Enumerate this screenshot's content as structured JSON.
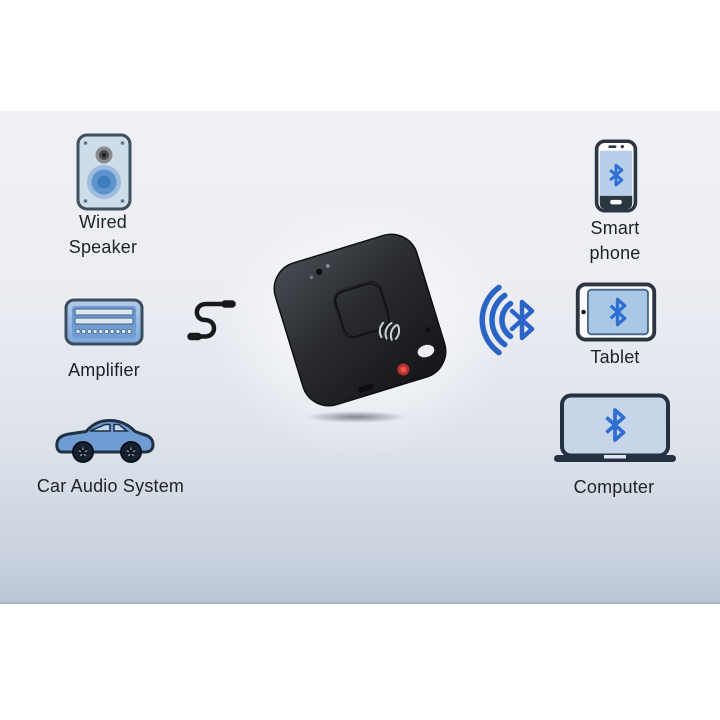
{
  "figure": {
    "type": "product-connectivity-diagram",
    "center_device": "bluetooth-audio-receiver"
  },
  "left_column": {
    "items": [
      {
        "label": "Wired Speaker",
        "icon": "wired-speaker-icon"
      },
      {
        "label": "Amplifier",
        "icon": "amplifier-icon"
      },
      {
        "label": "Car Audio System",
        "icon": "car-icon"
      }
    ]
  },
  "right_column": {
    "items": [
      {
        "label": "Smart phone",
        "icon": "smartphone-icon"
      },
      {
        "label": "Tablet",
        "icon": "tablet-icon"
      },
      {
        "label": "Computer",
        "icon": "laptop-icon"
      }
    ]
  },
  "connectors": {
    "wired": "aux-cable-icon",
    "wireless": "bluetooth-signal-icon"
  },
  "device_features": [
    "pairing-button",
    "nfc-icon",
    "led-indicators",
    "aux-port",
    "optical-port",
    "usb-port"
  ],
  "colors": {
    "page_background": "#ffffff",
    "panel_top": "#f0f1f6",
    "panel_bottom": "#bcc7d5",
    "panel_edge": "#a9b6c5",
    "icon_outline": "#2b3642",
    "icon_blue_fill": "#7ba6d8",
    "screen_blue": "#b7cfe9",
    "bluetooth_blue": "#2a64c6",
    "device_black": "#212329",
    "optical_red": "#c0392f",
    "text": "#1e2126"
  }
}
